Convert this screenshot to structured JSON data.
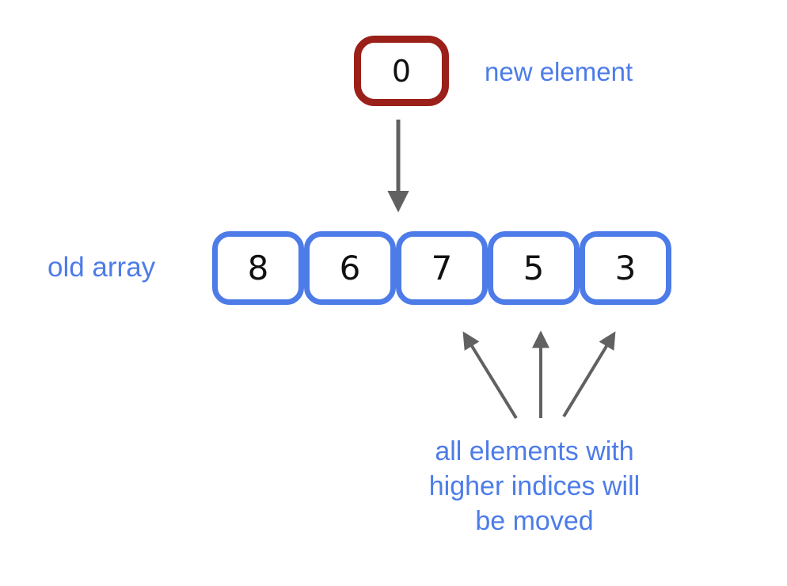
{
  "diagram": {
    "new_element": {
      "value": "0",
      "label": "new element"
    },
    "old_array": {
      "label": "old array",
      "values": [
        "8",
        "6",
        "7",
        "5",
        "3"
      ]
    },
    "annotation": {
      "line1": "all elements with",
      "line2": "higher indices will",
      "line3": "be moved"
    },
    "colors": {
      "array_blue": "#4D7CE8",
      "label_blue": "#4D7CE8",
      "new_element_red": "#9A2019",
      "arrow_gray": "#616161"
    }
  }
}
